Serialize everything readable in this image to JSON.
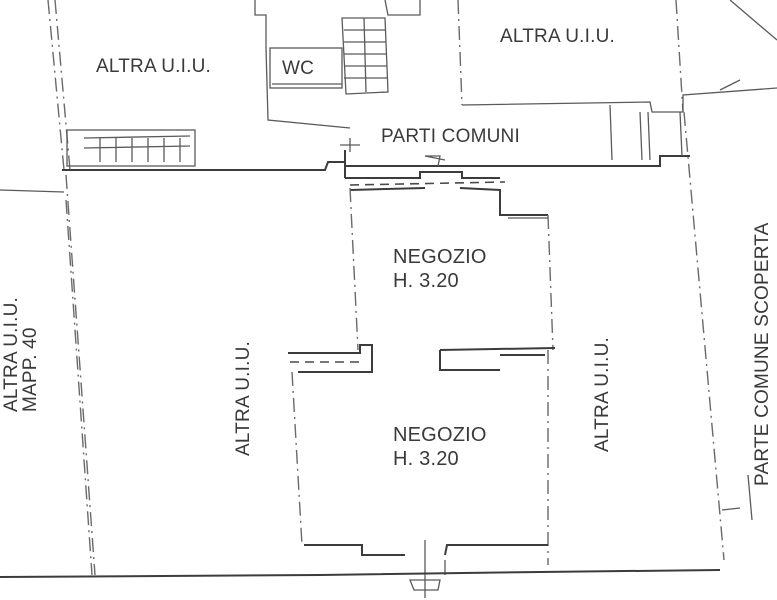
{
  "plan": {
    "type": "cadastral floor plan",
    "labels": {
      "altra_uiu_top_left": "ALTRA U.I.U.",
      "wc": "WC",
      "altra_uiu_top_right": "ALTRA U.I.U.",
      "parti_comuni": "PARTI COMUNI",
      "altra_uiu_mapp_line1": "ALTRA U.I.U.",
      "altra_uiu_mapp_line2": "MAPP. 40",
      "altra_uiu_left_center": "ALTRA U.I.U.",
      "negozio_upper_name": "NEGOZIO",
      "negozio_upper_height": "H. 3.20",
      "negozio_lower_name": "NEGOZIO",
      "negozio_lower_height": "H. 3.20",
      "altra_uiu_right_center": "ALTRA U.I.U.",
      "parte_comune_scoperta": "PARTE COMUNE SCOPERTA"
    },
    "rooms": [
      {
        "name": "NEGOZIO",
        "ceiling_height": "H. 3.20",
        "position": "upper"
      },
      {
        "name": "NEGOZIO",
        "ceiling_height": "H. 3.20",
        "position": "lower"
      }
    ],
    "colors": {
      "line": "#3c3c3c",
      "text": "#3a3a3a",
      "background": "#ffffff"
    }
  }
}
